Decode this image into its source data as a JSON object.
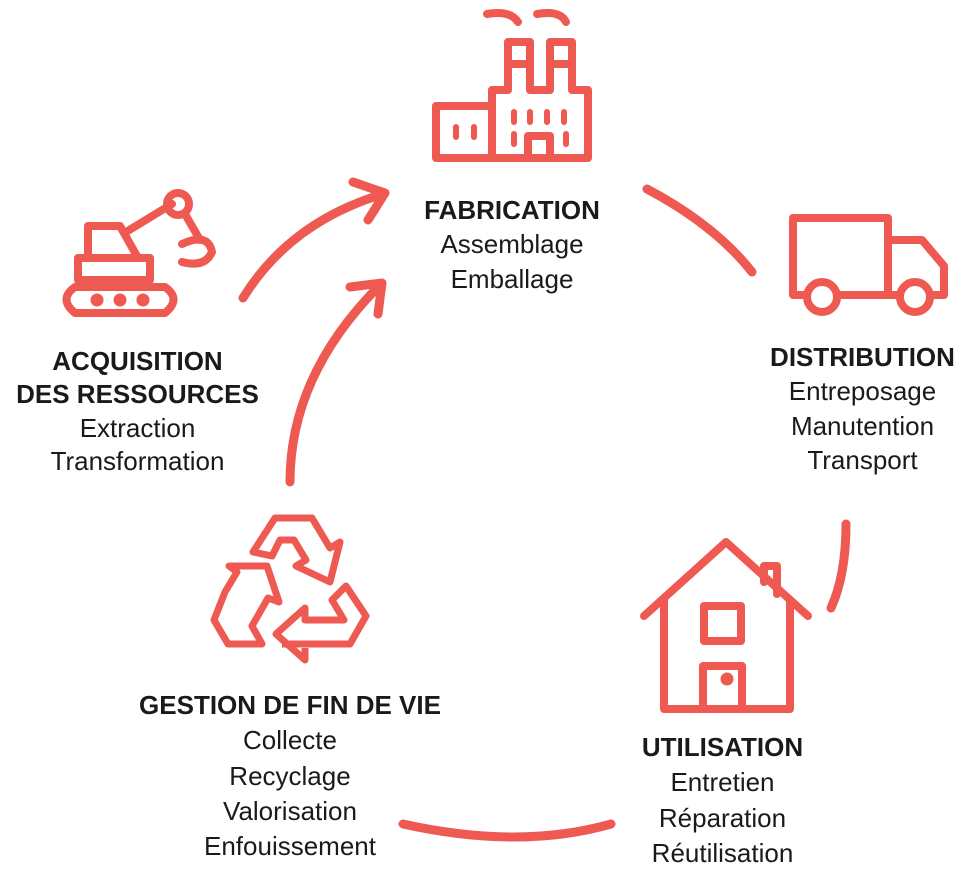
{
  "accent_color": "#ee5a52",
  "stages": {
    "fabrication": {
      "icon": "factory-icon",
      "title": "FABRICATION",
      "items": [
        "Assemblage",
        "Emballage"
      ]
    },
    "distribution": {
      "icon": "delivery-truck-icon",
      "title": "DISTRIBUTION",
      "items": [
        "Entreposage",
        "Manutention",
        "Transport"
      ]
    },
    "utilisation": {
      "icon": "house-icon",
      "title": "UTILISATION",
      "items": [
        "Entretien",
        "Réparation",
        "Réutilisation"
      ]
    },
    "end_of_life": {
      "icon": "recycle-icon",
      "title": "GESTION DE FIN DE VIE",
      "items": [
        "Collecte",
        "Recyclage",
        "Valorisation",
        "Enfouissement"
      ]
    },
    "acquisition": {
      "icon": "excavator-icon",
      "title_line1": "ACQUISITION",
      "title_line2": "DES RESSOURCES",
      "items": [
        "Extraction",
        "Transformation"
      ]
    }
  }
}
